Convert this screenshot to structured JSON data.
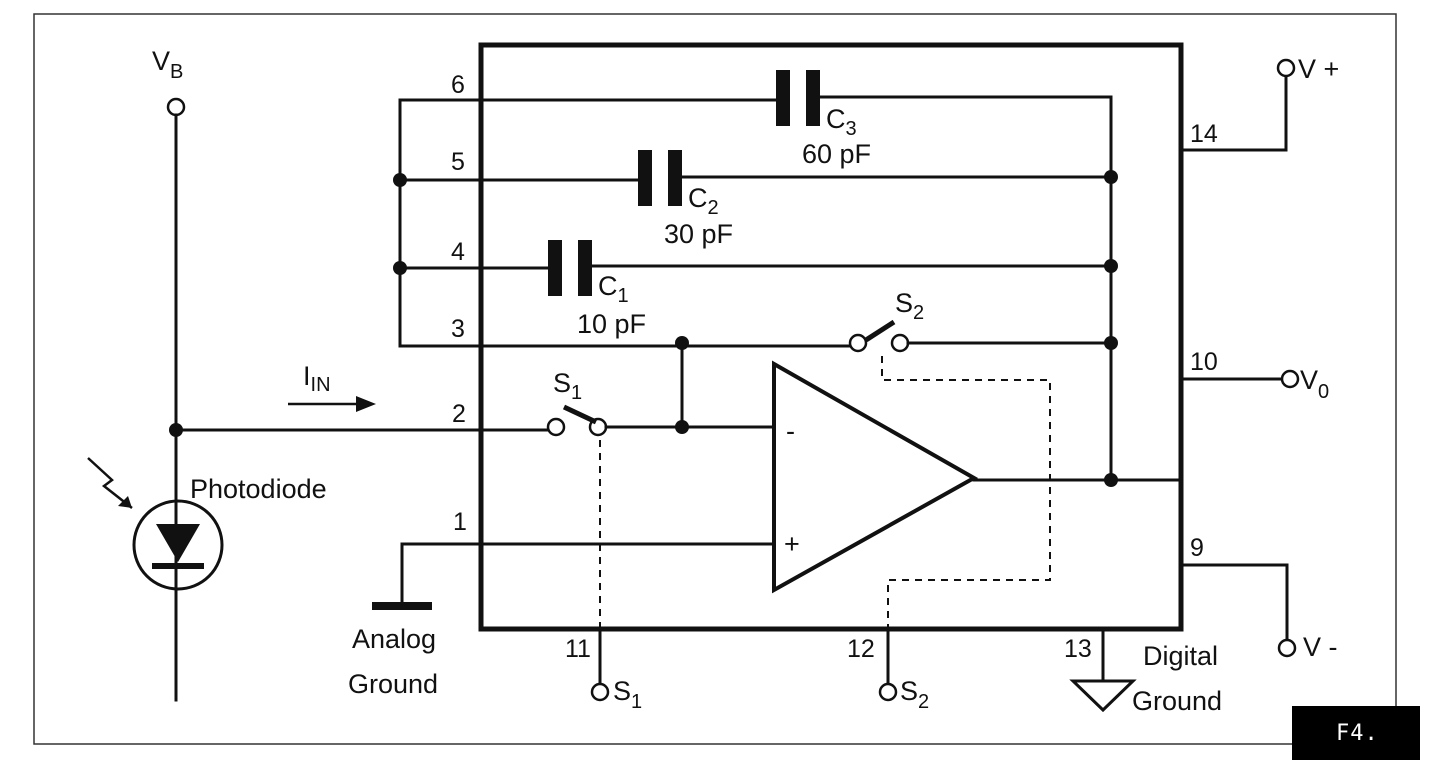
{
  "figure_tag": "F4.",
  "supply": {
    "vb": {
      "main": "V",
      "sub": "B"
    },
    "vplus": "V +",
    "vminus": "V -",
    "vout": {
      "main": "V",
      "sub": "0"
    }
  },
  "current": {
    "main": "I",
    "sub": "IN"
  },
  "photodiode_label": "Photodiode",
  "ground": {
    "analog": [
      "Analog",
      "Ground"
    ],
    "digital": [
      "Digital",
      "Ground"
    ]
  },
  "capacitors": [
    {
      "name": "C",
      "sub": "1",
      "value": "10 pF"
    },
    {
      "name": "C",
      "sub": "2",
      "value": "30 pF"
    },
    {
      "name": "C",
      "sub": "3",
      "value": "60 pF"
    }
  ],
  "switches": [
    {
      "name": "S",
      "sub": "1"
    },
    {
      "name": "S",
      "sub": "2"
    }
  ],
  "pins": [
    "1",
    "2",
    "3",
    "4",
    "5",
    "6",
    "9",
    "10",
    "11",
    "12",
    "13",
    "14"
  ],
  "control_terminals": [
    {
      "name": "S",
      "sub": "1"
    },
    {
      "name": "S",
      "sub": "2"
    }
  ],
  "opamp_inputs": {
    "inverting": "-",
    "noninverting": "+"
  }
}
